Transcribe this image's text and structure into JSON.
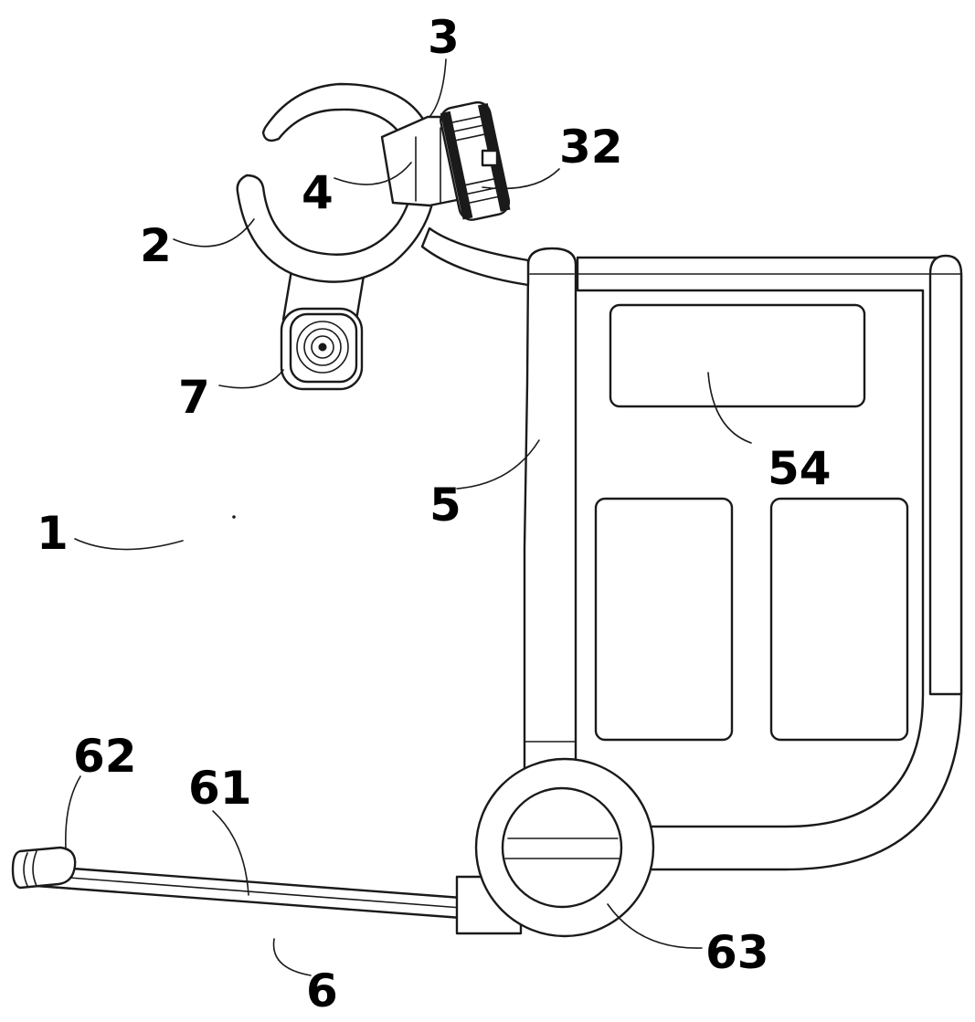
{
  "figure": {
    "labels": {
      "l1": "1",
      "l2": "2",
      "l3": "3",
      "l32": "32",
      "l4": "4",
      "l5": "5",
      "l54": "54",
      "l6": "6",
      "l61": "61",
      "l62": "62",
      "l63": "63",
      "l7": "7"
    }
  }
}
